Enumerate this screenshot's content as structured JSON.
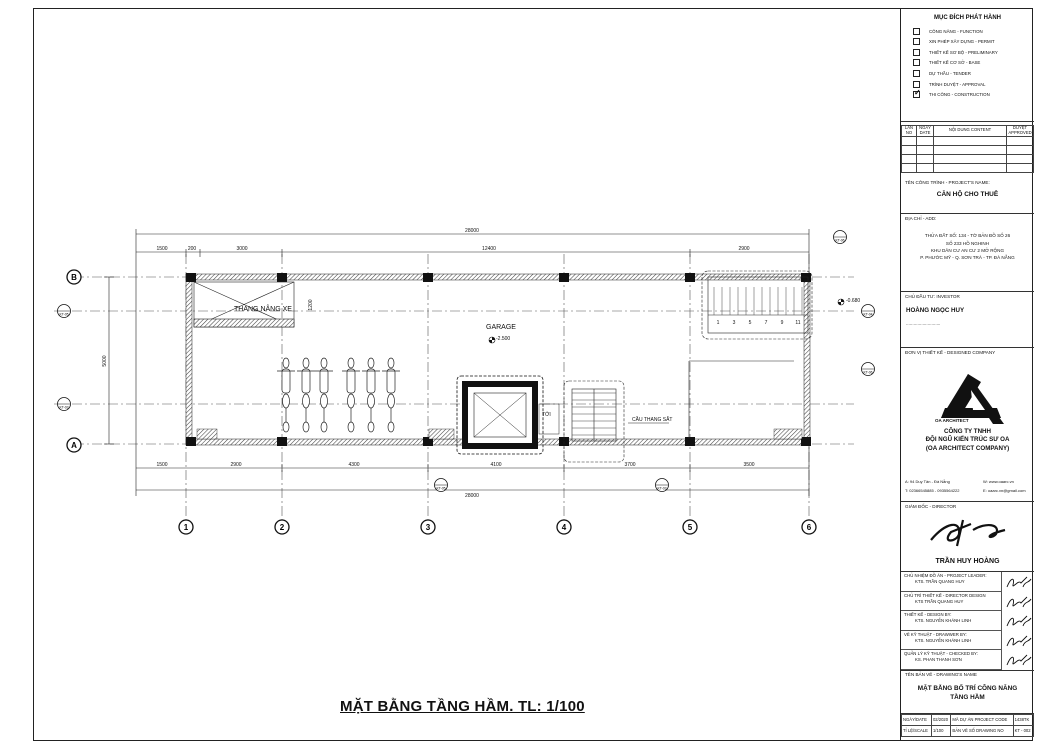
{
  "drawing": {
    "title": "MẶT BẰNG TẦNG HẦM. TL: 1/100",
    "dims_top": [
      "28000",
      "1500",
      "200",
      "3000",
      "12400",
      "2900"
    ],
    "dims_bottom": [
      "1500",
      "2900",
      "4300",
      "4100",
      "3700",
      "3500",
      "28000"
    ],
    "dim_side": "5000",
    "dim_small": "1200",
    "grid_cols": [
      "1",
      "2",
      "3",
      "4",
      "5",
      "6"
    ],
    "grid_rows": [
      "B",
      "A"
    ],
    "section_tags": [
      "KT-06",
      "KT-05",
      "KT-04",
      "KT-03"
    ],
    "room_labels": {
      "garage": "GARAGE",
      "lift_car": "THANG NÂNG XE",
      "toilet": "TỚI",
      "stair": "CẦU THANG SẮT"
    },
    "levels": {
      "garage": "-2.500",
      "upper": "-0.680"
    },
    "stair_numbers": [
      "1",
      "3",
      "5",
      "7",
      "9",
      "11"
    ]
  },
  "title_block": {
    "purpose_header": "MỤC ĐÍCH PHÁT HÀNH",
    "purposes": [
      {
        "label": "CÔNG NĂNG - FUNCTION",
        "checked": false
      },
      {
        "label": "XIN PHÉP XÂY DỰNG - PERMIT",
        "checked": false
      },
      {
        "label": "THIẾT KẾ SƠ BỘ - PRELIMINARY",
        "checked": false
      },
      {
        "label": "THIẾT KẾ CƠ SỞ - BASE",
        "checked": false
      },
      {
        "label": "DỰ THẦU - TENDER",
        "checked": false
      },
      {
        "label": "TRÌNH DUYỆT - APPROVAL",
        "checked": false
      },
      {
        "label": "THI CÔNG - CONSTRUCTION",
        "checked": true
      }
    ],
    "revision_headers": [
      "LẦN NO",
      "NGÀY DATE",
      "NỘI DUNG CONTENT",
      "DUYỆT APPROVED"
    ],
    "project_label": "TÊN CÔNG TRÌNH - PROJECT'S NAME:",
    "project_name": "CĂN HỘ CHO THUÊ",
    "address_label": "ĐỊA CHỈ - ADD:",
    "address_lines": [
      "THỬA ĐẤT SỐ: 134 - TỜ BẢN ĐỒ SỐ 26",
      "SỐ 233 HỒ NGHINH",
      "KHU DÂN CƯ AN CƯ 2 MỞ RỘNG",
      "P. PHƯỚC MỸ - Q. SƠN TRÀ - TP. ĐÀ NẴNG"
    ],
    "investor_label": "CHỦ ĐẦU TƯ: INVESTOR",
    "investor_name": "HOÀNG NGỌC HUY",
    "investor_dots": "...........................",
    "designer_label": "ĐƠN VỊ THIẾT KẾ - DESIGNED COMPANY",
    "logo_caption": "OA ARCHITECT",
    "company_lines": [
      "CÔNG TY TNHH",
      "ĐỘI NGŨ KIẾN TRÚC SƯ OA",
      "(OA ARCHITECT COMPANY)"
    ],
    "contact": {
      "addr": "A: 94 Duy Tân - Đà Nẵng",
      "web": "W: www.oaarc.vn",
      "tel": "T: 02366545885 - 0935564222",
      "email": "E: oaarc.vn@gmail.com"
    },
    "director_label": "GIÁM ĐỐC - DIRECTOR",
    "director_name": "TRẦN HUY HOÀNG",
    "roles": [
      {
        "role": "CHỦ NHIỆM ĐỒ ÁN - PROJECT LEADER:",
        "name": "KTS. TRẦN QUANG HUY"
      },
      {
        "role": "CHỦ TRÌ THIẾT KẾ - DIRECTOR DESIGN",
        "name": "KTS TRẦN QUANG HUY"
      },
      {
        "role": "THIẾT KẾ - DESIGN BY:",
        "name": "KTS. NGUYỄN KHÁNH LINH"
      },
      {
        "role": "VẼ KỸ THUẬT - DRAWWER BY:",
        "name": "KTS. NGUYỄN KHÁNH LINH"
      },
      {
        "role": "QUẢN LÝ KỸ THUẬT - CHECKED BY:",
        "name": "KS. PHAN THANH SƠN"
      }
    ],
    "drawing_name_label": "TÊN BẢN VẼ - DRAWING'S NAME",
    "drawing_name": [
      "MẶT BẰNG BỐ TRÍ CÔNG NĂNG",
      "TẦNG HẦM"
    ],
    "footer": {
      "date_label": "NGÀY/DATE",
      "date": "02/2020",
      "code_label": "MÃ DỰ ÁN PROJECT CODE",
      "code": "1438TK",
      "scale_label": "TỈ LỆ/SCALE",
      "scale": "1/100",
      "dwg_label": "BẢN VẼ SỐ DRAWING NO",
      "dwg": "KT - 002"
    }
  }
}
